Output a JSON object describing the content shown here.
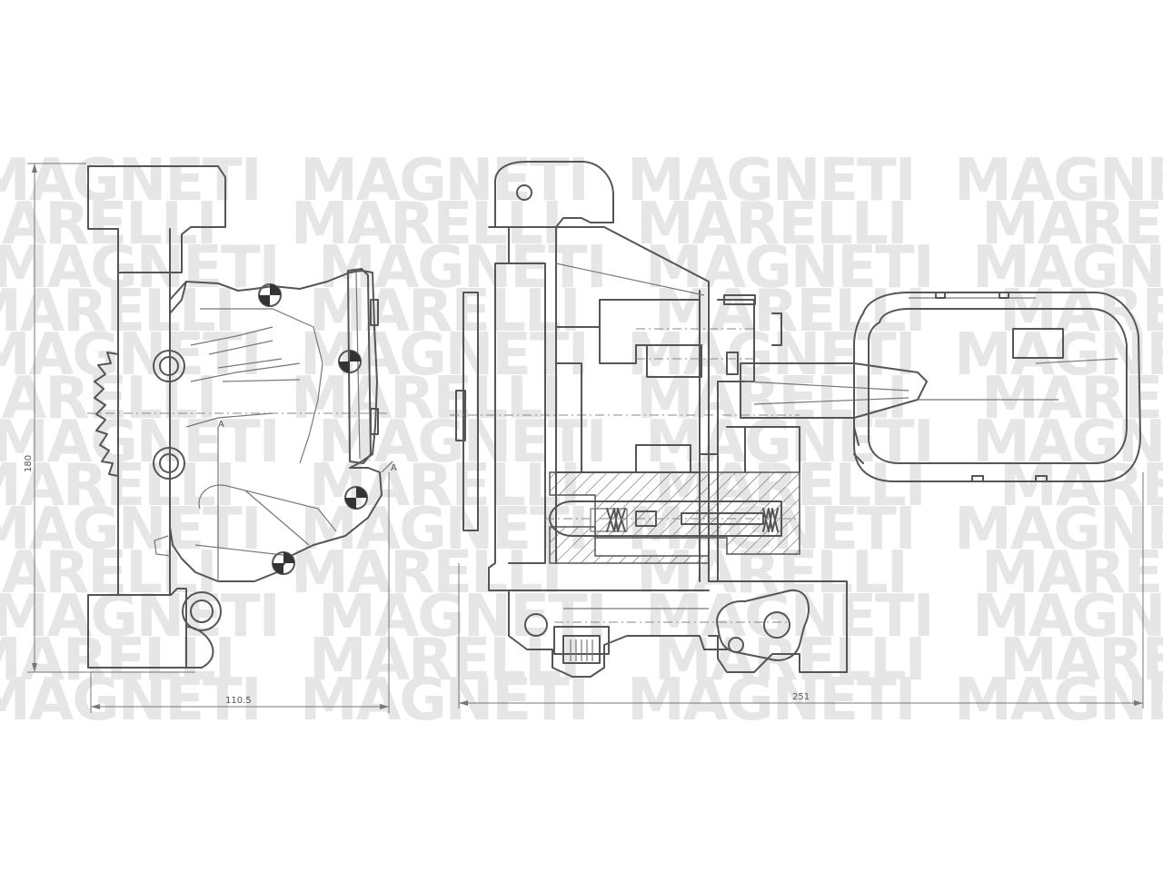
{
  "watermark": {
    "brand_line_1": "MAGNETI",
    "brand_line_2": "MARELLI"
  },
  "dimensions": {
    "height": "180",
    "width_side_view": "110.5",
    "width_front_view": "251"
  },
  "labels": {
    "section_a_top": "A",
    "section_a_side": "A"
  }
}
